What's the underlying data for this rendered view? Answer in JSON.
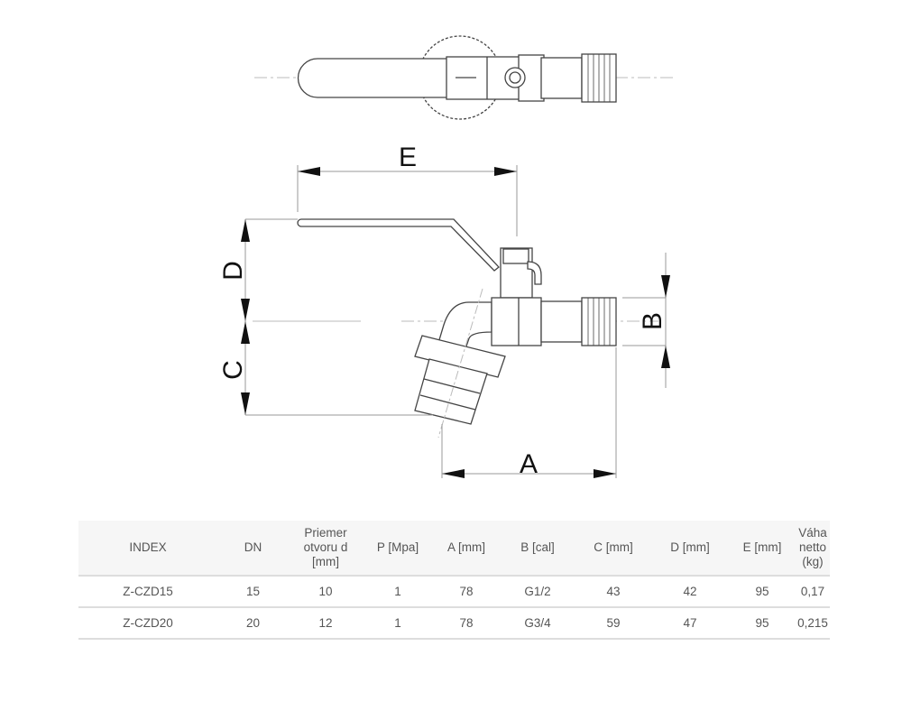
{
  "drawing": {
    "dimension_labels": [
      "A",
      "B",
      "C",
      "D",
      "E"
    ]
  },
  "table": {
    "headers": [
      "INDEX",
      "DN",
      "Priemer otvoru d [mm]",
      "P [Mpa]",
      "A [mm]",
      "B [cal]",
      "C [mm]",
      "D [mm]",
      "E [mm]",
      "Váha netto (kg)"
    ],
    "rows": [
      [
        "Z-CZD15",
        "15",
        "10",
        "1",
        "78",
        "G1/2",
        "43",
        "42",
        "95",
        "0,17"
      ],
      [
        "Z-CZD20",
        "20",
        "12",
        "1",
        "78",
        "G3/4",
        "59",
        "47",
        "95",
        "0,215"
      ]
    ]
  }
}
